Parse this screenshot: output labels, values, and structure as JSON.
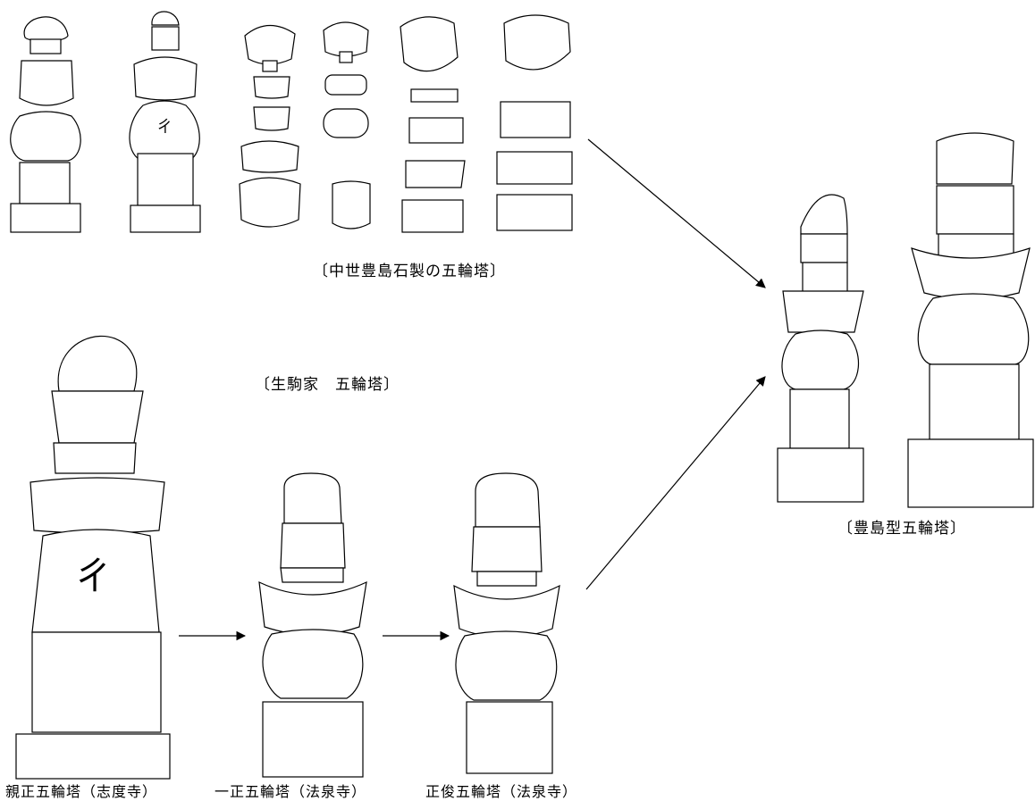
{
  "labels": {
    "medieval_group": "〔中世豊島石製の五輪塔〕",
    "ikoma_group": "〔生駒家　五輪塔〕",
    "teshima_type": "〔豊島型五輪塔〕",
    "chikamasa": "親正五輪塔（志度寺）",
    "kazumasa": "一正五輪塔（法泉寺）",
    "masatoshi": "正俊五輪塔（法泉寺）"
  }
}
